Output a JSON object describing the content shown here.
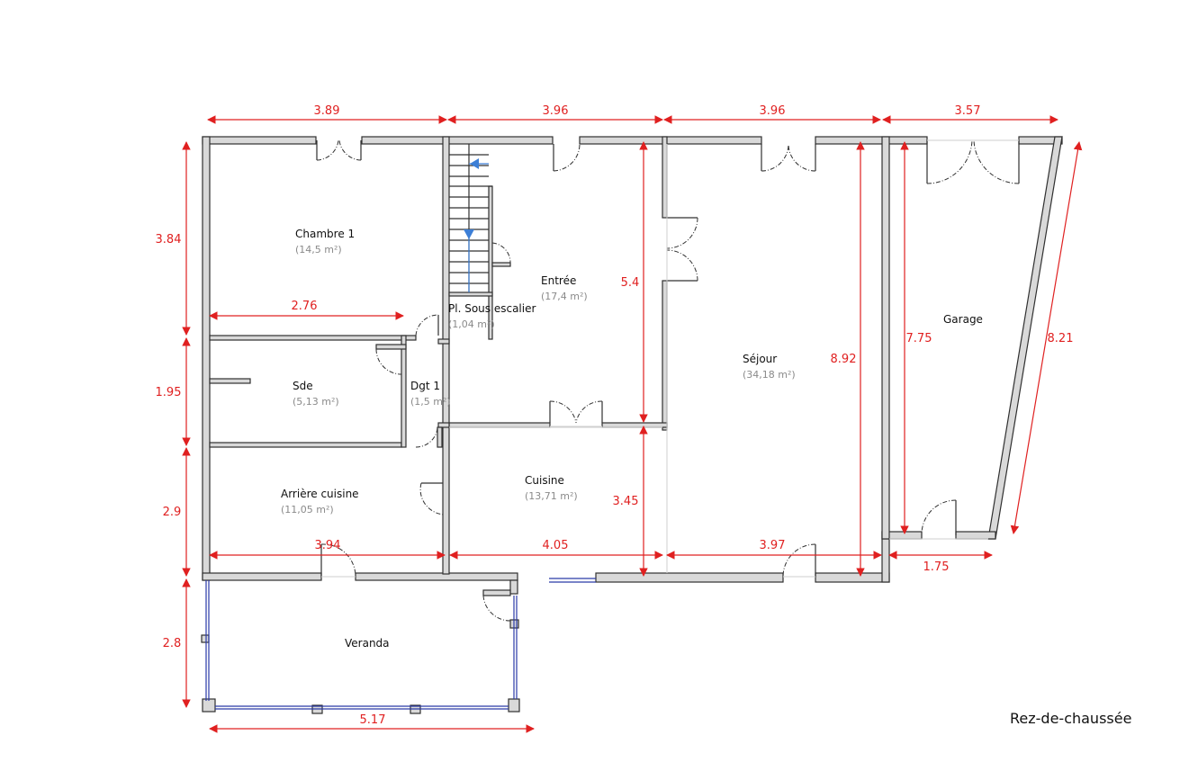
{
  "title": "Rez-de-chaussée",
  "colors": {
    "dimension": "#e02020",
    "wall_fill": "#d9d9d9",
    "wall_stroke": "#303030",
    "area_text": "#8a8a8a",
    "stair_arrow": "#3d7fd6",
    "glazing": "#2a3aa8"
  },
  "rooms": [
    {
      "name": "Chambre 1",
      "area": "(14,5 m²)"
    },
    {
      "name": "Entrée",
      "area": "(17,4 m²)"
    },
    {
      "name": "Pl. Sous escalier",
      "area": "(1,04 m²)"
    },
    {
      "name": "Séjour",
      "area": "(34,18 m²)"
    },
    {
      "name": "Garage",
      "area": ""
    },
    {
      "name": "Sde",
      "area": "(5,13 m²)"
    },
    {
      "name": "Dgt 1",
      "area": "(1,5 m²)"
    },
    {
      "name": "Cuisine",
      "area": "(13,71 m²)"
    },
    {
      "name": "Arrière cuisine",
      "area": "(11,05 m²)"
    },
    {
      "name": "Veranda",
      "area": ""
    }
  ],
  "dimensions": {
    "top_1": "3.89",
    "top_2": "3.96",
    "top_3": "3.96",
    "top_4": "3.57",
    "left_1": "3.84",
    "left_2": "1.95",
    "left_3": "2.9",
    "left_4": "2.8",
    "chambre_width": "2.76",
    "entree_height": "5.4",
    "sejour_height": "8.92",
    "garage_height": "7.75",
    "garage_diagonal": "8.21",
    "cuisine_height": "3.45",
    "bottom_1": "3.94",
    "bottom_2": "4.05",
    "bottom_3": "3.97",
    "garage_bottom": "1.75",
    "veranda_width": "5.17"
  }
}
